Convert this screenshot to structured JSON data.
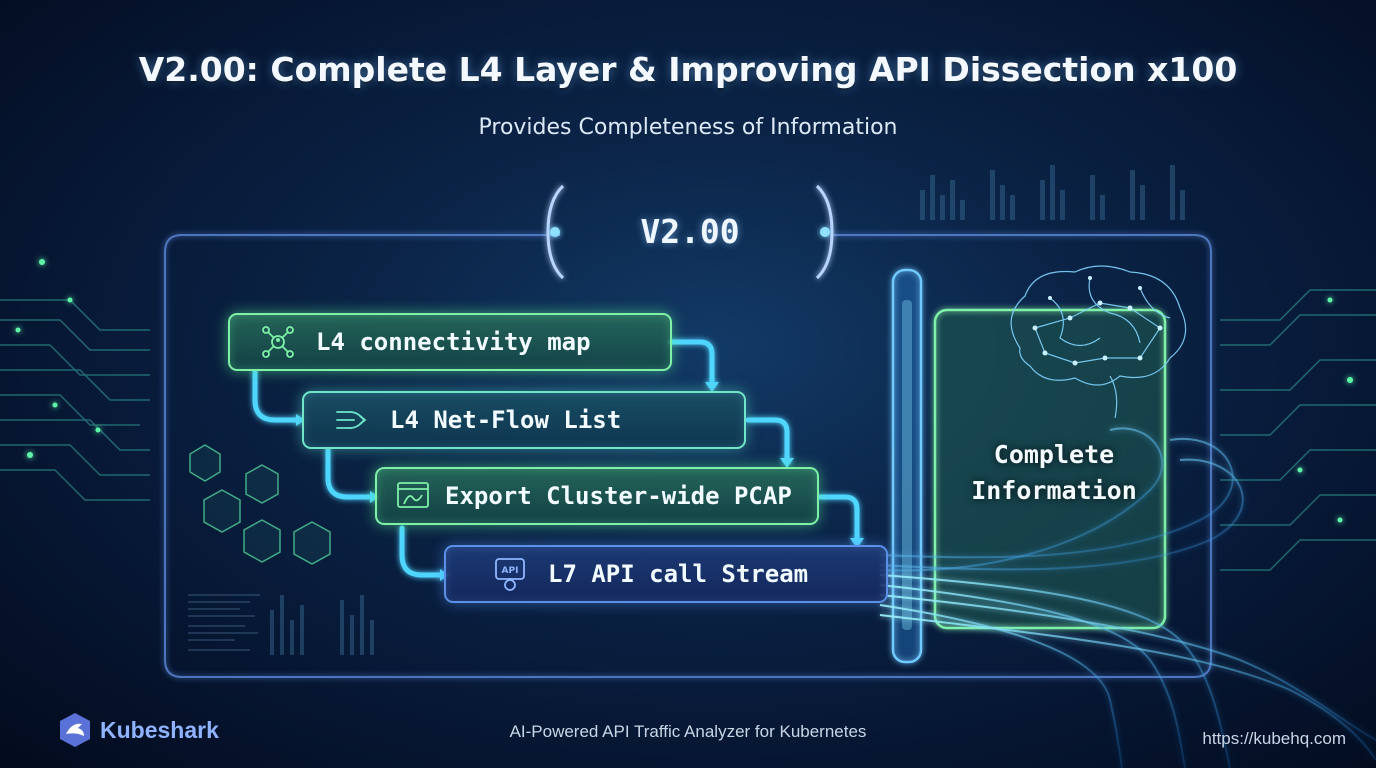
{
  "header": {
    "title": "V2.00: Complete L4 Layer & Improving API Dissection x100",
    "subtitle": "Provides Completeness of Information"
  },
  "panel": {
    "version_label": "V2.00"
  },
  "steps": [
    {
      "label": "L4 connectivity map",
      "icon": "network-icon"
    },
    {
      "label": "L4 Net-Flow List",
      "icon": "flow-list-icon"
    },
    {
      "label": "Export Cluster-wide PCAP",
      "icon": "export-window-icon"
    },
    {
      "label": "L7 API call Stream",
      "icon": "api-gear-icon"
    }
  ],
  "result": {
    "line1": "Complete",
    "line2": "Information",
    "icon": "brain-icon"
  },
  "footer": {
    "brand": "Kubeshark",
    "tagline": "AI-Powered API Traffic Analyzer for Kubernetes",
    "url": "https://kubehq.com"
  },
  "colors": {
    "background": "#061632",
    "accent_green": "#7ef0a8",
    "accent_blue": "#5b8fe8",
    "accent_cyan": "#4fd6ff"
  }
}
